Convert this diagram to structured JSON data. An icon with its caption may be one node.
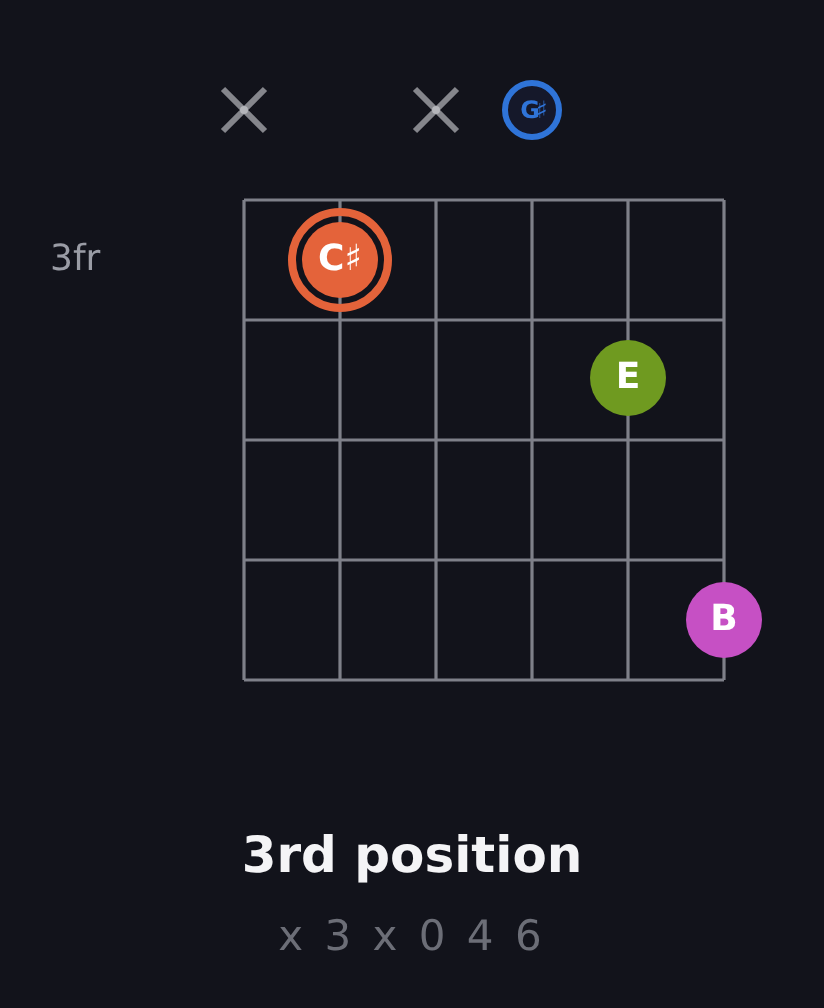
{
  "diagram": {
    "title": "3rd position",
    "nodes": [
      {
        "text": [
          "G♯"
        ]
      },
      {
        "text": [
          "C♯"
        ]
      },
      {
        "text": [
          "E"
        ]
      },
      {
        "text": [
          "B"
        ]
      }
    ],
    "labels": [
      "3fr",
      "x 3 x 0 4 6"
    ]
  }
}
